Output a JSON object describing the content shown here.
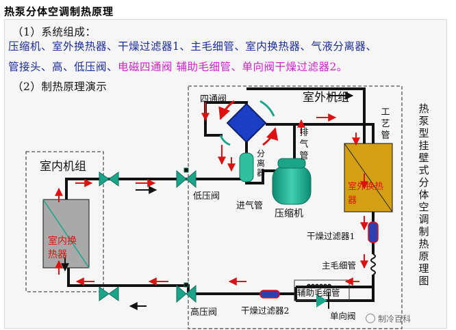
{
  "title": "热泵分体空调制热原理",
  "section1": {
    "heading": "（1）系统组成：",
    "line1": "压缩机、室外换热器、干燥过滤器1、主毛细管、室内换热器、气液分离器、",
    "line2_a": "管接头、高、低压阀、",
    "line2_b": "电磁四通阀 辅助毛细管、单向阀干燥过滤器2。"
  },
  "section2": {
    "heading": "（2）制热原理演示"
  },
  "labels": {
    "outdoor_unit": "室外机组",
    "indoor_unit": "室内机组",
    "four_way_valve": "四通阀",
    "process_pipe": "工艺管",
    "exhaust_pipe": "排气管",
    "separator": "分离器",
    "intake_pipe": "进气管",
    "compressor": "压缩机",
    "low_pressure_valve": "低压阀",
    "high_pressure_valve": "高压阀",
    "outdoor_hx": "室外换热器",
    "indoor_hx": "室内换热器",
    "filter1": "干燥过滤器1",
    "main_capillary": "主毛细管",
    "aux_capillary": "辅助毛细管",
    "filter2": "干燥过滤器2",
    "check_valve": "单向阀",
    "side_title": "热泵型挂壁式分体空调制热原理图",
    "watermark": "制冷百科"
  },
  "colors": {
    "highlight": "#cc22cc",
    "blue_text": "#1a2a9a",
    "flow_red": "#dd1111",
    "pipe": "#111111",
    "valve": "#1aa58a",
    "outdoor_hx_fill": "#d4a013",
    "indoor_hx_fill": "#a9a9a9",
    "four_way_fill": "#1b3fc4"
  }
}
